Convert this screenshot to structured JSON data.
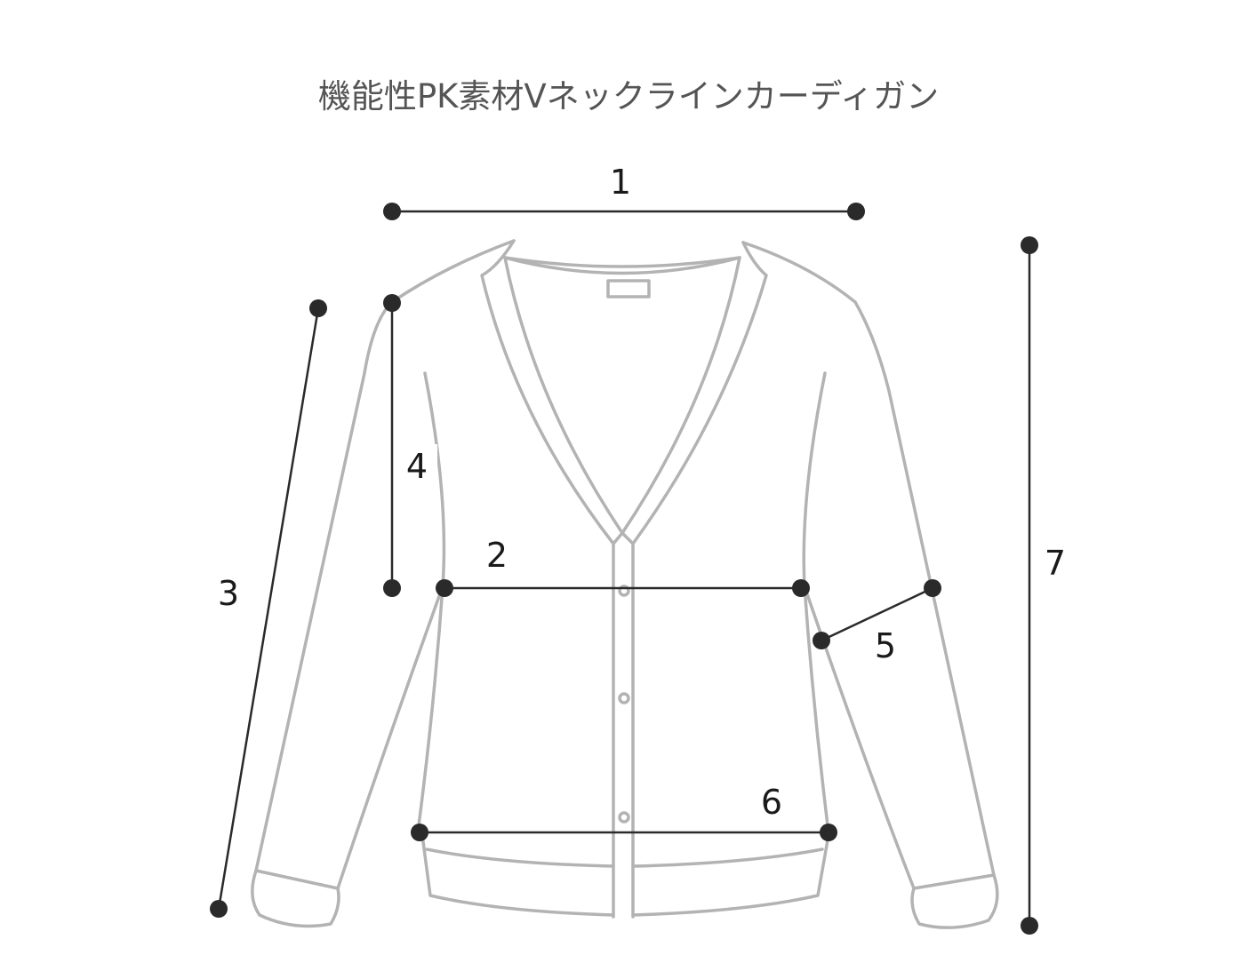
{
  "title": "機能性PK素材Vネックラインカーディガン",
  "colors": {
    "garment_outline": "#b3b3b3",
    "measure_line": "#2a2a2a",
    "title_text": "#555555"
  },
  "measurements": [
    {
      "id": "1",
      "label": "1"
    },
    {
      "id": "2",
      "label": "2"
    },
    {
      "id": "3",
      "label": "3"
    },
    {
      "id": "4",
      "label": "4"
    },
    {
      "id": "5",
      "label": "5"
    },
    {
      "id": "6",
      "label": "6"
    },
    {
      "id": "7",
      "label": "7"
    }
  ]
}
